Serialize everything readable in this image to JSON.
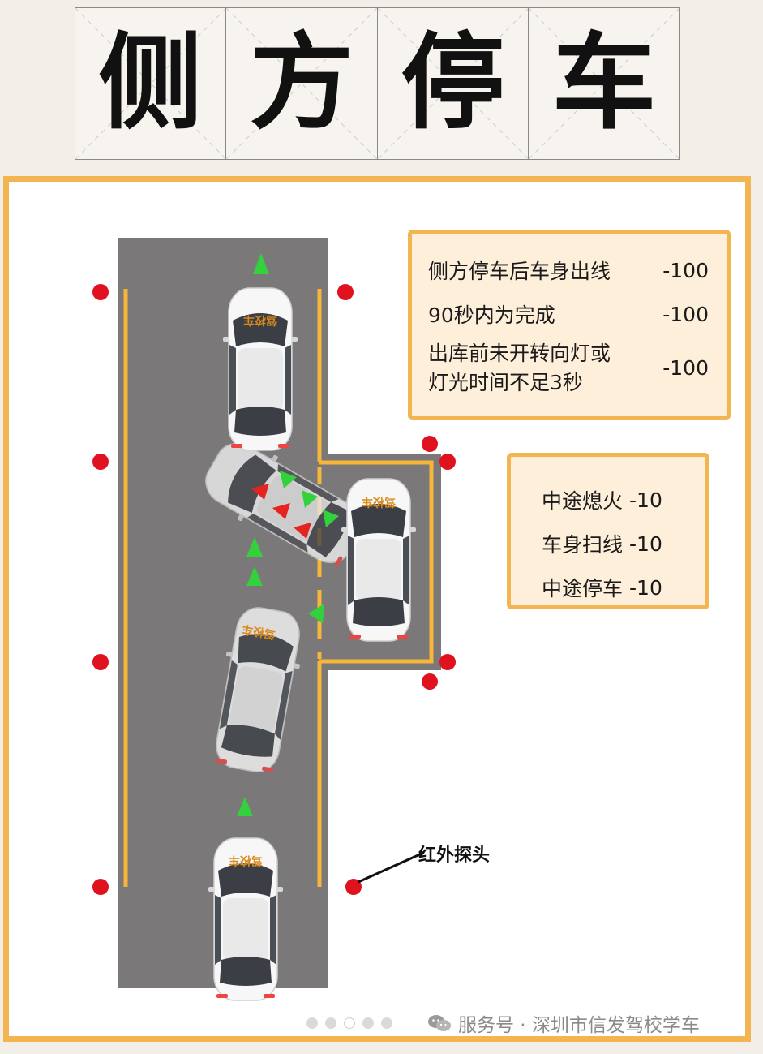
{
  "title": {
    "chars": [
      "侧",
      "方",
      "停",
      "车"
    ]
  },
  "rules_major": [
    {
      "text": "侧方停车后车身出线",
      "score": "-100"
    },
    {
      "text": "90秒内为完成",
      "score": "-100"
    },
    {
      "text": "出库前未开转向灯或\n灯光时间不足3秒",
      "score": "-100"
    }
  ],
  "rules_minor": [
    {
      "text": "中途熄火",
      "score": "-10"
    },
    {
      "text": "车身扫线",
      "score": "-10"
    },
    {
      "text": "中途停车",
      "score": "-10"
    }
  ],
  "car_label": "驾校车",
  "callout_label": "红外探头",
  "footer": {
    "text": "服务号 · 深圳市信发驾校学车",
    "icon": "wechat-icon"
  },
  "colors": {
    "frame": "#f2b551",
    "road": "#7b7879",
    "lane_line": "#f5b63a",
    "sensor": "#e0121f",
    "arrow_forward": "#33d13c",
    "arrow_reverse": "#e52420",
    "car_body": "#f5f5f5"
  }
}
